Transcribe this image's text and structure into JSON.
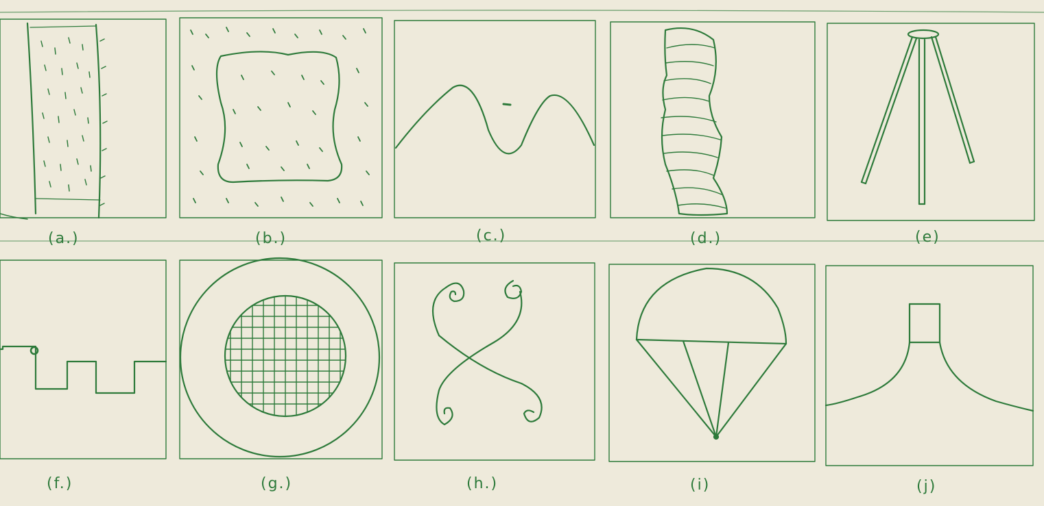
{
  "ink_color": "#2d7a3a",
  "paper_color": "#eeeadb",
  "captions": {
    "a": "(a.)",
    "b": "(b.)",
    "c": "(c.)",
    "d": "(d.)",
    "e": "(e)",
    "f": "(f.)",
    "g": "(g.)",
    "h": "(h.)",
    "i": "(i)",
    "j": "(j)"
  }
}
